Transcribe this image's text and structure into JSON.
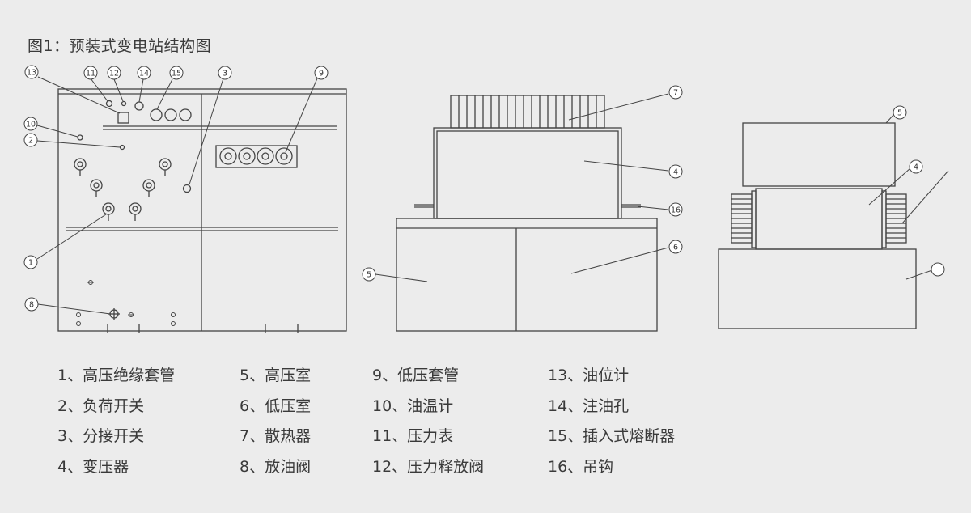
{
  "title": "图1：预装式变电站结构图",
  "callouts": {
    "c1": "1",
    "c2": "2",
    "c3": "3",
    "c4": "4",
    "c5": "5",
    "c6": "6",
    "c7": "7",
    "c8": "8",
    "c9": "9",
    "c10": "10",
    "c11": "11",
    "c12": "12",
    "c13": "13",
    "c14": "14",
    "c15": "15",
    "c16": "16"
  },
  "legend": [
    "1、高压绝缘套管",
    "2、负荷开关",
    "3、分接开关",
    "4、变压器",
    "5、高压室",
    "6、低压室",
    "7、散热器",
    "8、放油阀",
    "9、低压套管",
    "10、油温计",
    "11、压力表",
    "12、压力释放阀",
    "13、油位计",
    "14、注油孔",
    "15、插入式熔断器",
    "16、吊钩"
  ]
}
